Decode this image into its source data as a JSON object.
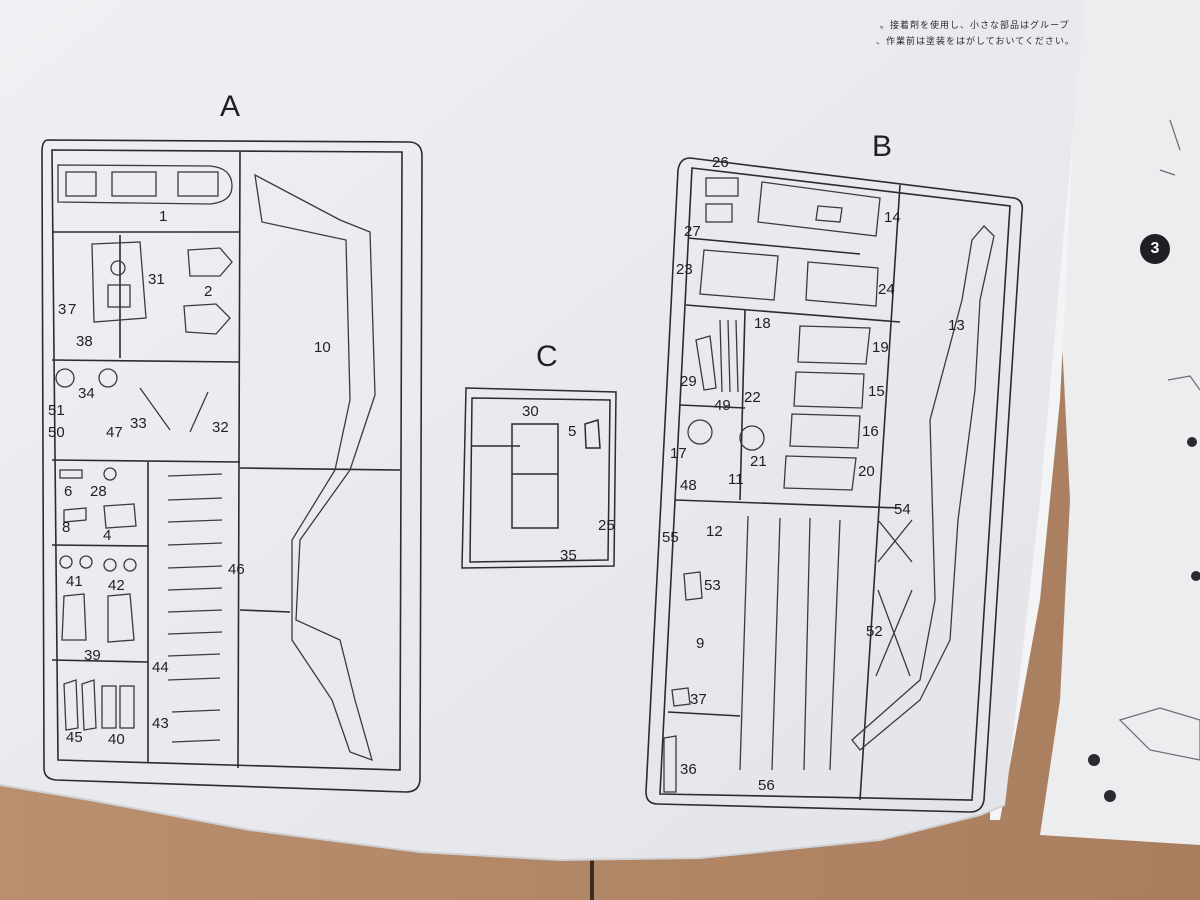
{
  "sheet_headers": {
    "A": "A",
    "B": "B",
    "C": "C"
  },
  "step_marker": "3",
  "top_text": [
    "、作業前は塗装をはがしておいてください。",
    "。接着剤を使用し、小さな部品はグループ"
  ],
  "colors": {
    "paper": "#e9ebee",
    "ink": "#2a2a30",
    "table": "#b78b6a"
  },
  "sprue_a_parts": [
    {
      "id": "a1",
      "text": "1"
    },
    {
      "id": "a2",
      "text": "2"
    },
    {
      "id": "a3",
      "text": "3"
    },
    {
      "id": "a7",
      "text": "7"
    },
    {
      "id": "a10",
      "text": "10"
    },
    {
      "id": "a31",
      "text": "31"
    },
    {
      "id": "a38",
      "text": "38"
    },
    {
      "id": "a34",
      "text": "34"
    },
    {
      "id": "a51",
      "text": "51"
    },
    {
      "id": "a50",
      "text": "50"
    },
    {
      "id": "a47",
      "text": "47"
    },
    {
      "id": "a33",
      "text": "33"
    },
    {
      "id": "a32",
      "text": "32"
    },
    {
      "id": "a6",
      "text": "6"
    },
    {
      "id": "a28",
      "text": "28"
    },
    {
      "id": "a8",
      "text": "8"
    },
    {
      "id": "a4",
      "text": "4"
    },
    {
      "id": "a41",
      "text": "41"
    },
    {
      "id": "a42",
      "text": "42"
    },
    {
      "id": "a39",
      "text": "39"
    },
    {
      "id": "a46",
      "text": "46"
    },
    {
      "id": "a44",
      "text": "44"
    },
    {
      "id": "a43",
      "text": "43"
    },
    {
      "id": "a45",
      "text": "45"
    },
    {
      "id": "a40",
      "text": "40"
    }
  ],
  "sprue_c_parts": [
    {
      "id": "c30",
      "text": "30"
    },
    {
      "id": "c5",
      "text": "5"
    },
    {
      "id": "c25",
      "text": "25"
    },
    {
      "id": "c35",
      "text": "35"
    }
  ],
  "sprue_b_parts": [
    {
      "id": "b26",
      "text": "26"
    },
    {
      "id": "b27",
      "text": "27"
    },
    {
      "id": "b14",
      "text": "14"
    },
    {
      "id": "b23",
      "text": "23"
    },
    {
      "id": "b24",
      "text": "24"
    },
    {
      "id": "b13",
      "text": "13"
    },
    {
      "id": "b18",
      "text": "18"
    },
    {
      "id": "b19",
      "text": "19"
    },
    {
      "id": "b29",
      "text": "29"
    },
    {
      "id": "b49",
      "text": "49"
    },
    {
      "id": "b22",
      "text": "22"
    },
    {
      "id": "b15",
      "text": "15"
    },
    {
      "id": "b16",
      "text": "16"
    },
    {
      "id": "b17",
      "text": "17"
    },
    {
      "id": "b21",
      "text": "21"
    },
    {
      "id": "b48",
      "text": "48"
    },
    {
      "id": "b11",
      "text": "11"
    },
    {
      "id": "b20",
      "text": "20"
    },
    {
      "id": "b54",
      "text": "54"
    },
    {
      "id": "b55",
      "text": "55"
    },
    {
      "id": "b12",
      "text": "12"
    },
    {
      "id": "b53",
      "text": "53"
    },
    {
      "id": "b52",
      "text": "52"
    },
    {
      "id": "b9",
      "text": "9"
    },
    {
      "id": "b37",
      "text": "37"
    },
    {
      "id": "b36",
      "text": "36"
    },
    {
      "id": "b56",
      "text": "56"
    }
  ]
}
